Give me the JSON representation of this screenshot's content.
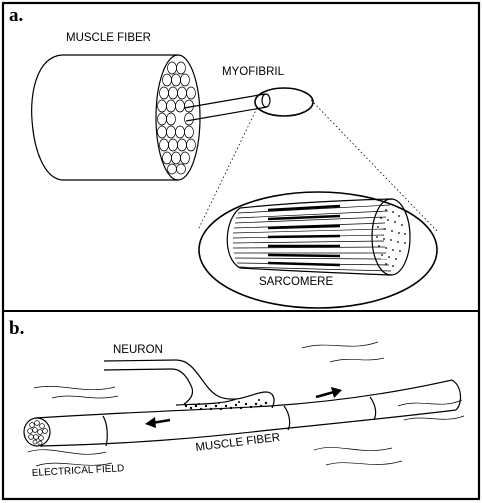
{
  "panels": {
    "a": {
      "letter": "a.",
      "muscle_fiber_label": "MUSCLE FIBER",
      "myofibril_label": "MYOFIBRIL",
      "sarcomere_label": "SARCOMERE"
    },
    "b": {
      "letter": "b.",
      "neuron_label": "NEURON",
      "muscle_fiber_label": "MUSCLE FIBER",
      "electrical_field_label": "ELECTRICAL FIELD"
    }
  }
}
